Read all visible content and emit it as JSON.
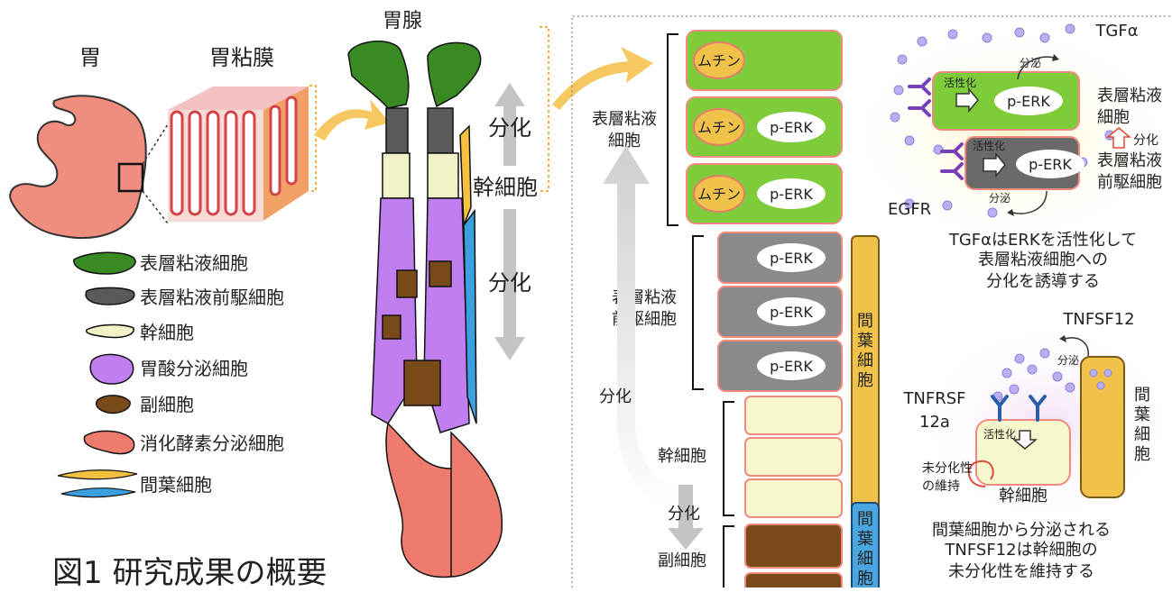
{
  "left": {
    "stomach_label": "胃",
    "mucosa_label": "胃粘膜",
    "gland_label": "胃腺",
    "differentiation_top": "分化",
    "stem_label": "幹細胞",
    "differentiation_bottom": "分化"
  },
  "legend": [
    {
      "label": "表層粘液細胞",
      "color": "#3a8a24"
    },
    {
      "label": "表層粘液前駆細胞",
      "color": "#5a5a5a"
    },
    {
      "label": "幹細胞",
      "color": "#f2f2c8"
    },
    {
      "label": "胃酸分泌細胞",
      "color": "#c07ef0"
    },
    {
      "label": "副細胞",
      "color": "#7a4a1a"
    },
    {
      "label": "消化酵素分泌細胞",
      "color": "#ef7a6e"
    },
    {
      "label": "間葉細胞",
      "colors": [
        "#f3c13f",
        "#3aa0e0"
      ]
    }
  ],
  "figure_title": "図1 研究成果の概要",
  "column": {
    "surface_label_line1": "表層粘液",
    "surface_label_line2": "細胞",
    "progenitor_label_line1": "表層粘液",
    "progenitor_label_line2": "前駆細胞",
    "diff_label": "分化",
    "stem_label": "幹細胞",
    "diff_label_2": "分化",
    "accessory_label": "副細胞",
    "mucin": "ムチン",
    "perk": "p-ERK",
    "mesenchyme_yellow_label": "間葉細胞",
    "mesenchyme_blue_label": "間葉細胞"
  },
  "upper_panel": {
    "ligand": "TGFα",
    "secretion_top": "分泌",
    "activation_top": "活性化",
    "perk": "p-ERK",
    "cell_top_line1": "表層粘液",
    "cell_top_line2": "細胞",
    "diff": "分化",
    "activation_bottom": "活性化",
    "cell_bottom_line1": "表層粘液",
    "cell_bottom_line2": "前駆細胞",
    "secretion_bottom": "分泌",
    "receptor": "EGFR",
    "caption_line1": "TGFαはERKを活性化して",
    "caption_line2": "表層粘液細胞への",
    "caption_line3": "分化を誘導する"
  },
  "lower_panel": {
    "ligand": "TNFSF12",
    "secretion": "分泌",
    "receptor_line1": "TNFRSF",
    "receptor_line2": "12a",
    "activation": "活性化",
    "maintain_line1": "未分化性",
    "maintain_line2": "の維持",
    "stem_cell": "幹細胞",
    "mesenchyme": "間葉細胞",
    "caption_line1": "間葉細胞から分泌される",
    "caption_line2": "TNFSF12は幹細胞の",
    "caption_line3": "未分化性を維持する"
  },
  "colors": {
    "green": "#7fcc3b",
    "grey": "#8a8a8a",
    "cream": "#f7f7cd",
    "brown": "#7a4a1a",
    "orange": "#f1c24a",
    "blue": "#4aa6e0",
    "purple": "#7a3fb5",
    "accent_red": "#e0483a",
    "tnf_blue": "#4aa6e0",
    "receptor_blue": "#2a5ea8"
  }
}
